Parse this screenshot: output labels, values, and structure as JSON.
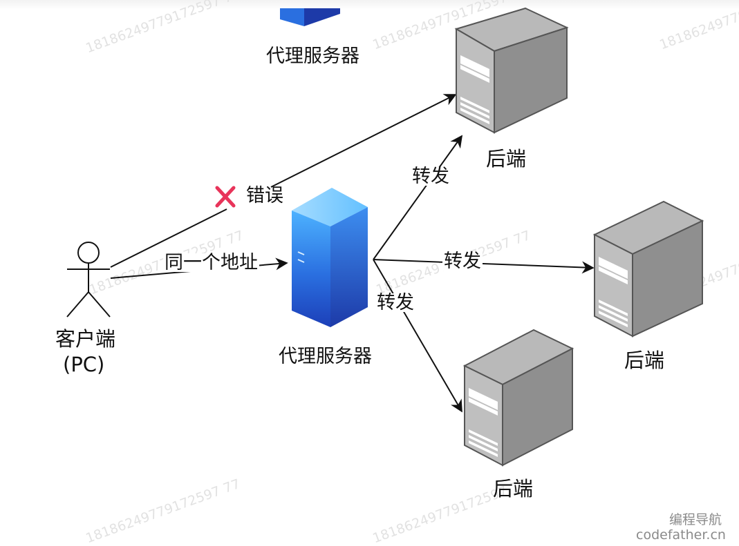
{
  "nodes": {
    "proxy_top": "代理服务器",
    "proxy_main": "代理服务器",
    "client_line1": "客户端",
    "client_line2": "(PC)",
    "backend_top": "后端",
    "backend_right": "后端",
    "backend_bottom": "后端"
  },
  "edges": {
    "wrong": "错误",
    "same_address": "同一个地址",
    "forward_up": "转发",
    "forward_mid": "转发",
    "forward_down": "转发"
  },
  "watermark": "18186249779172597 77",
  "corner": {
    "line1": "编程导航",
    "line2": "codefather.cn"
  }
}
